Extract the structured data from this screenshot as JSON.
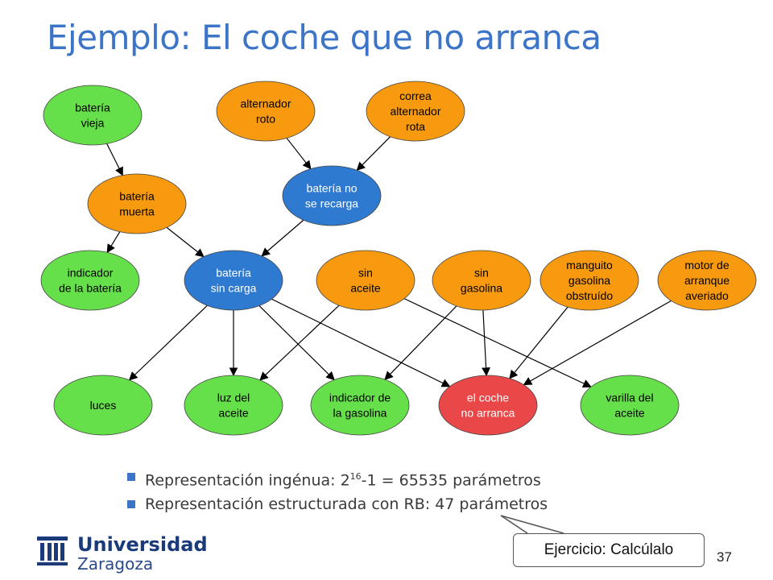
{
  "title": "Ejemplo: El coche que no arranca",
  "colors": {
    "green": "#66e04a",
    "orange": "#f79a0f",
    "blue": "#2f7ad1",
    "red": "#ea4848"
  },
  "nodes": [
    {
      "id": "bateria_vieja",
      "lines": [
        "batería",
        "vieja"
      ],
      "color": "green"
    },
    {
      "id": "alternador_roto",
      "lines": [
        "alternador",
        "roto"
      ],
      "color": "orange"
    },
    {
      "id": "correa_rota",
      "lines": [
        "correa",
        "alternador",
        "rota"
      ],
      "color": "orange"
    },
    {
      "id": "bateria_muerta",
      "lines": [
        "batería",
        "muerta"
      ],
      "color": "orange"
    },
    {
      "id": "bateria_no_recarga",
      "lines": [
        "batería no",
        "se recarga"
      ],
      "color": "blue"
    },
    {
      "id": "indicador_bateria",
      "lines": [
        "indicador",
        "de la batería"
      ],
      "color": "green"
    },
    {
      "id": "bateria_sin_carga",
      "lines": [
        "batería",
        "sin carga"
      ],
      "color": "blue"
    },
    {
      "id": "sin_aceite",
      "lines": [
        "sin",
        "aceite"
      ],
      "color": "orange"
    },
    {
      "id": "sin_gasolina",
      "lines": [
        "sin",
        "gasolina"
      ],
      "color": "orange"
    },
    {
      "id": "manguito",
      "lines": [
        "manguito",
        "gasolina",
        "obstruído"
      ],
      "color": "orange"
    },
    {
      "id": "motor_arranque",
      "lines": [
        "motor de",
        "arranque",
        "averiado"
      ],
      "color": "orange"
    },
    {
      "id": "luces",
      "lines": [
        "luces"
      ],
      "color": "green"
    },
    {
      "id": "luz_aceite",
      "lines": [
        "luz del",
        "aceite"
      ],
      "color": "green"
    },
    {
      "id": "indicador_gasolina",
      "lines": [
        "indicador de",
        "la gasolina"
      ],
      "color": "green"
    },
    {
      "id": "coche_no_arranca",
      "lines": [
        "el coche",
        "no arranca"
      ],
      "color": "red"
    },
    {
      "id": "varilla_aceite",
      "lines": [
        "varilla del",
        "aceite"
      ],
      "color": "green"
    }
  ],
  "edges": [
    [
      "bateria_vieja",
      "bateria_muerta"
    ],
    [
      "alternador_roto",
      "bateria_no_recarga"
    ],
    [
      "correa_rota",
      "bateria_no_recarga"
    ],
    [
      "bateria_muerta",
      "indicador_bateria"
    ],
    [
      "bateria_muerta",
      "bateria_sin_carga"
    ],
    [
      "bateria_no_recarga",
      "bateria_sin_carga"
    ],
    [
      "bateria_sin_carga",
      "luces"
    ],
    [
      "bateria_sin_carga",
      "luz_aceite"
    ],
    [
      "bateria_sin_carga",
      "indicador_gasolina"
    ],
    [
      "bateria_sin_carga",
      "coche_no_arranca"
    ],
    [
      "sin_aceite",
      "luz_aceite"
    ],
    [
      "sin_aceite",
      "varilla_aceite"
    ],
    [
      "sin_gasolina",
      "indicador_gasolina"
    ],
    [
      "sin_gasolina",
      "coche_no_arranca"
    ],
    [
      "manguito",
      "coche_no_arranca"
    ],
    [
      "motor_arranque",
      "coche_no_arranca"
    ]
  ],
  "bullets": {
    "b1_pre": "Representación ingénua: 2",
    "b1_sup": "16",
    "b1_post": "-1 = 65535 parámetros",
    "b2": "Representación estructurada con RB: 47 parámetros"
  },
  "callout": "Ejercicio: Calcúlalo",
  "page_number": "37",
  "logo": {
    "line1": "Universidad",
    "line2": "Zaragoza"
  }
}
